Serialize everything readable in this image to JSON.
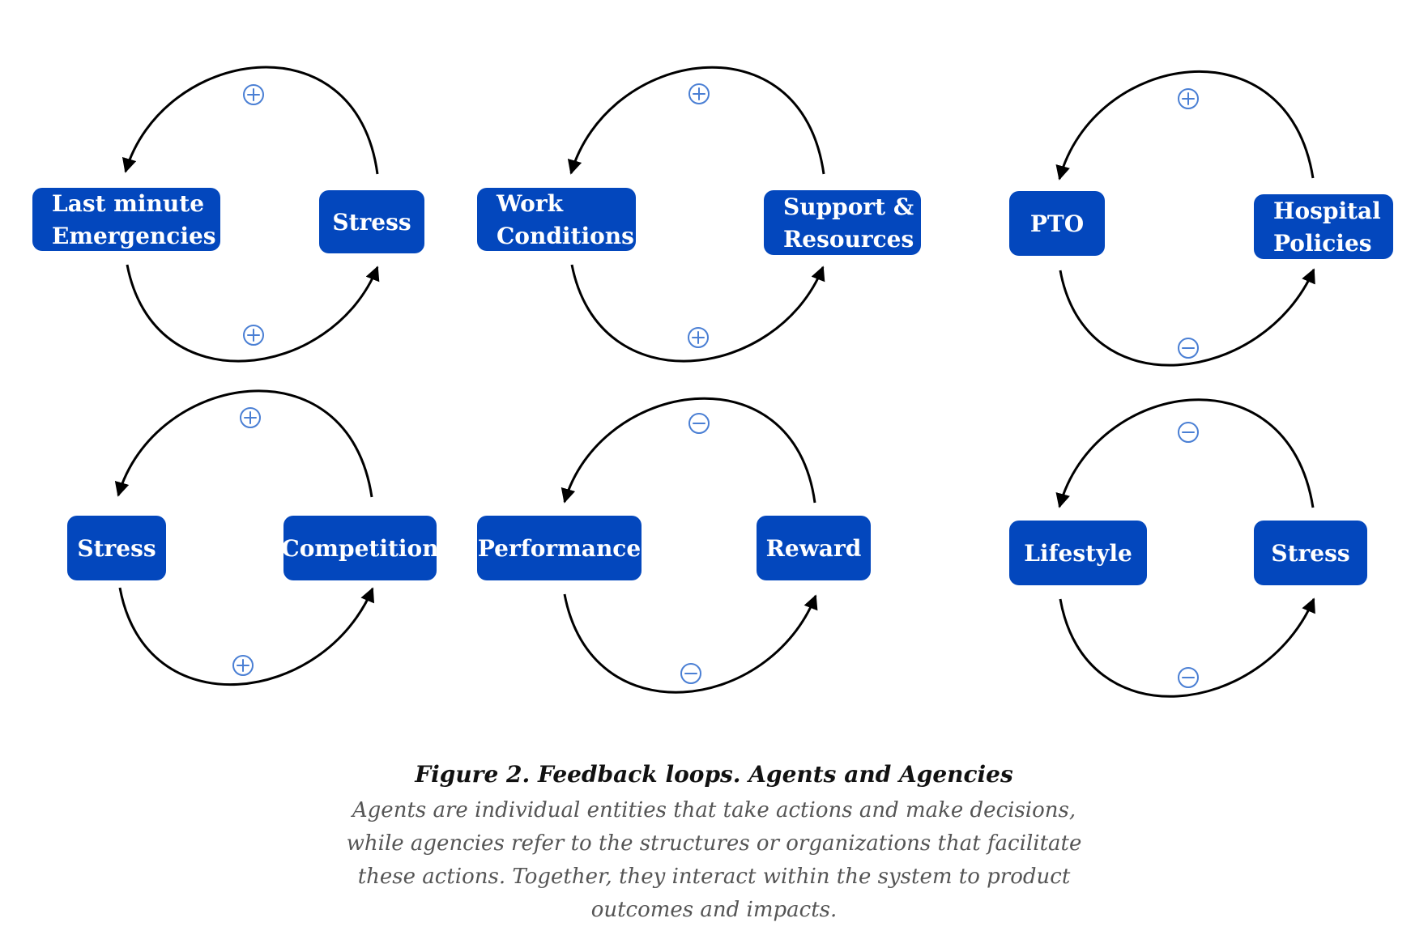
{
  "colors": {
    "node_fill": "#0347bd",
    "node_text": "#ffffff",
    "arrow": "#000000",
    "sign": "#4a7fd4"
  },
  "loops": [
    {
      "left": {
        "lines": [
          "Last minute",
          "Emergencies"
        ]
      },
      "right": {
        "lines": [
          "Stress"
        ]
      },
      "top_sign": "plus",
      "bottom_sign": "plus"
    },
    {
      "left": {
        "lines": [
          "Work",
          "Conditions"
        ]
      },
      "right": {
        "lines": [
          "Support &",
          "Resources"
        ]
      },
      "top_sign": "plus",
      "bottom_sign": "plus"
    },
    {
      "left": {
        "lines": [
          "PTO"
        ]
      },
      "right": {
        "lines": [
          "Hospital",
          "Policies"
        ]
      },
      "top_sign": "plus",
      "bottom_sign": "minus"
    },
    {
      "left": {
        "lines": [
          "Stress"
        ]
      },
      "right": {
        "lines": [
          "Competition"
        ]
      },
      "top_sign": "plus",
      "bottom_sign": "plus"
    },
    {
      "left": {
        "lines": [
          "Performance"
        ]
      },
      "right": {
        "lines": [
          "Reward"
        ]
      },
      "top_sign": "minus",
      "bottom_sign": "minus"
    },
    {
      "left": {
        "lines": [
          "Lifestyle"
        ]
      },
      "right": {
        "lines": [
          "Stress"
        ]
      },
      "top_sign": "minus",
      "bottom_sign": "minus"
    }
  ],
  "caption": {
    "title": "Figure 2. Feedback loops. Agents and Agencies",
    "body": "Agents are individual entities that take actions and make decisions, while agencies refer to the structures or organizations that facilitate these actions. Together, they interact within the system to product outcomes and impacts."
  }
}
